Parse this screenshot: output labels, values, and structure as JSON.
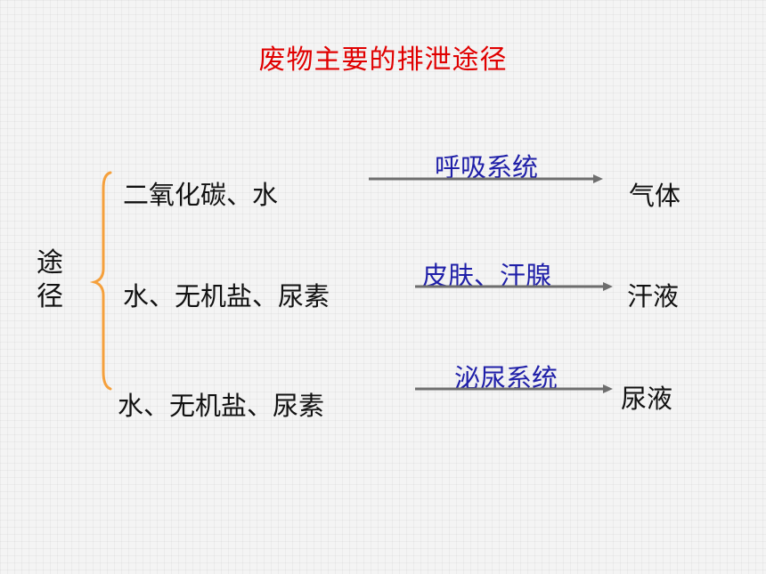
{
  "title": "废物主要的排泄途径",
  "vertical_label": "途径",
  "colors": {
    "title": "#e00000",
    "path_label": "#1f1fa8",
    "brace": "#f5a03c",
    "arrow": "#6e6e6e",
    "text": "#111111"
  },
  "rows": [
    {
      "source": "二氧化碳、水",
      "path": "呼吸系统",
      "product": "气体"
    },
    {
      "source": "水、无机盐、尿素",
      "path": "皮肤、汗腺",
      "product": "汗液"
    },
    {
      "source": "水、无机盐、尿素",
      "path": "泌尿系统",
      "product": "尿液"
    }
  ]
}
